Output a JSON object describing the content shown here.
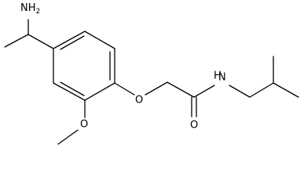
{
  "molecule": {
    "atoms": {
      "amine": {
        "symbol": "NH",
        "subscript": "2"
      },
      "ether_o": {
        "symbol": "O"
      },
      "methoxy_o": {
        "symbol": "O"
      },
      "carbonyl_o": {
        "symbol": "O"
      },
      "amide_n": {
        "symbol": "N",
        "h": "H"
      }
    }
  },
  "colors": {
    "bond": "#000000",
    "text": "#000000",
    "background": "#ffffff"
  }
}
